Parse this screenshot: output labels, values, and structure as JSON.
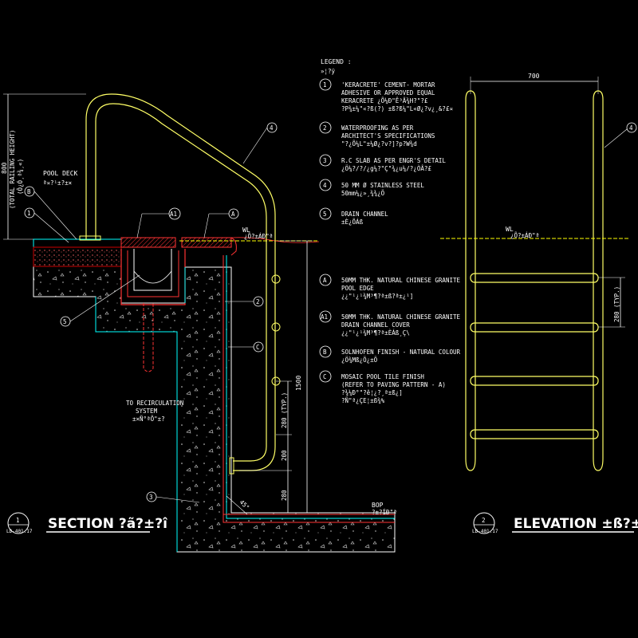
{
  "legend": {
    "title": "LEGEND :",
    "subtitle": "»¦?ÿ",
    "items": [
      {
        "key": "1",
        "lines": [
          "'KERACRETE' CEMENT- MORTAR",
          "ADHESIVE OR APPROVED EQUAL",
          "KERACRETE ¿Õ¼Ð\"Ê³Ä¾H?\"?£",
          "?P¾±¼\"«?ß(?) ±ß?ß¼\"L«Ø¿?v¿¸&?£¤"
        ]
      },
      {
        "key": "2",
        "lines": [
          "WATERPROOFING AS PER",
          "ARCHITECT'S SPECIFICATIONS",
          "\"?¿Õ¼L\"±¼Ø¿?v?]?p?W¾d"
        ]
      },
      {
        "key": "3",
        "lines": [
          "R.C SLAB AS PER ENGR'S DETAIL",
          "¿Ö¼?/?/¿g¼?\"Ç\"¾¿u¼/?¿ÒÂ?£"
        ]
      },
      {
        "key": "4",
        "lines": [
          "50 MM Ø STAINLESS STEEL",
          "50mm¼¿»¸¾¾¿Ö"
        ]
      },
      {
        "key": "5",
        "lines": [
          "DRAIN CHANNEL",
          "±È¿ÕÁß"
        ]
      },
      {
        "key": "A",
        "lines": [
          "50MM THK. NATURAL CHINESE GRANITE",
          "POOL EDGE",
          "¿¿\"¹¿¹¾M³¶?ª±ß?ª±¿¹]"
        ]
      },
      {
        "key": "A1",
        "lines": [
          "50MM THK. NATURAL CHINESE GRANITE",
          "DRAIN CHANNEL COVER",
          "¿¿\"¹¿¹¾M³¶?ª±ÈÁß¸Ç\\"
        ]
      },
      {
        "key": "B",
        "lines": [
          "SOLNHOFEN FINISH - NATURAL COLOUR",
          "¿Ö¾Mß¿Ö¿±Ö"
        ]
      },
      {
        "key": "C",
        "lines": [
          "MOSAIC POOL TILE FINISH",
          "(REFER TO PAVING PATTERN - A)",
          "?¾¼Ð°\"?ê¦¿?¸ª±ß¿]",
          "?Ñ\"ª¿ÇE¦±ß¾%"
        ]
      }
    ]
  },
  "section": {
    "callout_number": "1",
    "sheet_ref": "LD-401.17",
    "title": "SECTION ?ã?±?î",
    "dimension_800": "800",
    "total_railing_label": "(TOTAL RAILING HEIGHT)",
    "total_railing_cn": "(Ô¿Ó¸ª¾¸«)",
    "pool_deck_label": "POOL DECK",
    "pool_deck_cn": "ª¤?¹±?±×",
    "wl_label": "WL",
    "wl_cn": "¿Õ?±ÁÐ\"ª",
    "dimension_1500": "1500",
    "dimension_280_typ": "280 (TYP.)",
    "dimension_200": "200",
    "dimension_280": "280",
    "bop_label": "BOP",
    "bop_cn": "?±?ÍÐ\"ª",
    "recirc_lines": [
      "TO RECIRCULATION",
      "SYSTEM",
      "±×Ñ°ªÕ\"±?"
    ],
    "angle_label": "45°"
  },
  "elevation": {
    "callout_number": "2",
    "sheet_ref": "LD-401.17",
    "title": "ELEVATION ±ß?±?î",
    "dimension_700": "700",
    "wl_label": "WL",
    "wl_cn": "¿Õ?±ÁÐ\"ª",
    "dimension_280_typ": "280 (TYP.)"
  },
  "colors": {
    "background": "#000000",
    "railing": "#ffff66",
    "concrete": "#ffffff",
    "tile": "#00ffff",
    "granite": "#ff3333",
    "waterline": "#ffff00",
    "callout": "#ffffff",
    "dimension": "#ffffff",
    "mortar": "#cc0000"
  }
}
